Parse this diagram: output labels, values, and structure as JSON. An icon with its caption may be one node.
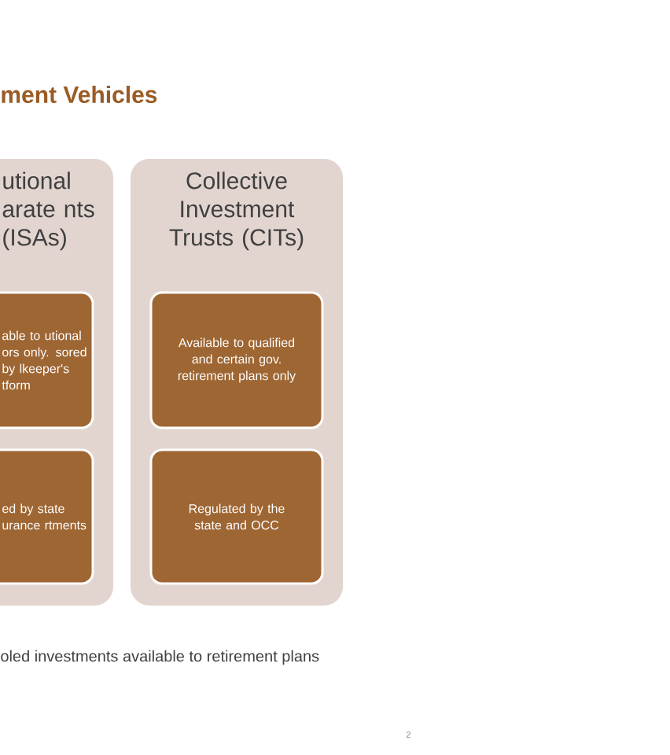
{
  "diagram": {
    "title": "ment Vehicles",
    "nodes": [
      {
        "text": [
          "utional arate nts (ISAs)"
        ]
      },
      {
        "text": [
          "able to utional ors only. sored by lkeeper's tform"
        ],
        "in": 0
      },
      {
        "text": [
          "ed by state urance rtments"
        ],
        "in": 0
      },
      {
        "text": [
          "Collective Investment Trusts (CITs)"
        ]
      },
      {
        "text": [
          "Available to qualified and certain gov. retirement plans only"
        ],
        "in": 3
      },
      {
        "text": [
          "Regulated by the state and OCC"
        ],
        "in": 3
      }
    ],
    "labels": [
      "oled investments available to retirement plans",
      "2"
    ]
  }
}
